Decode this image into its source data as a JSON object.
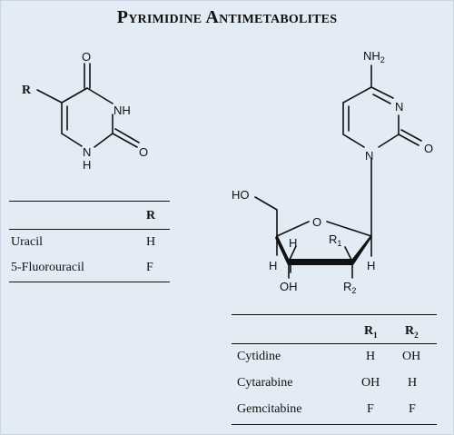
{
  "title": "Pyrimidine Antimetabolites",
  "uracil_structure": {
    "atom_labels": {
      "r": "R",
      "o_top": "O",
      "nh_upper": "NH",
      "n_lower": "N",
      "h_lower": "H",
      "o_right": "O"
    }
  },
  "cytosine_structure": {
    "atom_labels": {
      "nh2": "NH2",
      "n_ring": "N",
      "o_carbonyl": "O",
      "n_glycosidic": "N",
      "ho": "HO",
      "o_ring": "O",
      "h_c4": "H",
      "r1": "R1",
      "h_c3": "H",
      "oh": "OH",
      "r2": "R2",
      "h_c2": "H"
    }
  },
  "table_r": {
    "header": "R",
    "rows": [
      {
        "name": "Uracil",
        "r": "H"
      },
      {
        "name": "5-Fluorouracil",
        "r": "F"
      }
    ]
  },
  "table_r1r2": {
    "header_r1": "R1",
    "header_r2": "R2",
    "rows": [
      {
        "name": "Cytidine",
        "r1": "H",
        "r2": "OH"
      },
      {
        "name": "Cytarabine",
        "r1": "OH",
        "r2": "H"
      },
      {
        "name": "Gemcitabine",
        "r1": "F",
        "r2": "F"
      }
    ]
  }
}
